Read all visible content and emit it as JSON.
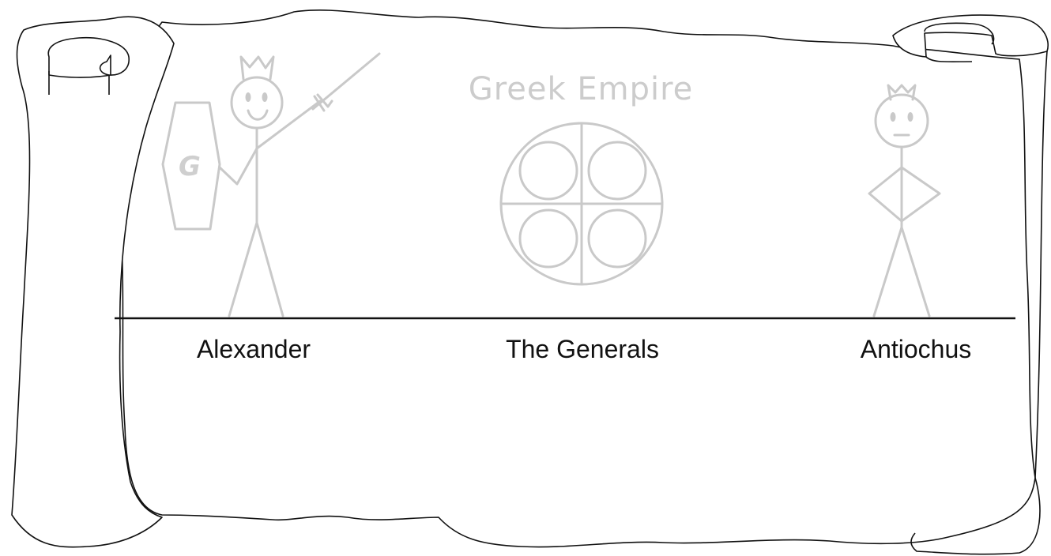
{
  "diagram": {
    "title": "Greek Empire",
    "shield_letter": "G",
    "timeline_labels": {
      "alexander": "Alexander",
      "generals": "The Generals",
      "antiochus": "Antiochus"
    }
  },
  "colors": {
    "outline": "#111111",
    "sketch": "#c9c9c9",
    "background": "#ffffff"
  },
  "icons": [
    "scroll-icon",
    "crowned-stick-figure-icon",
    "shield-icon",
    "spear-icon",
    "divided-circle-icon"
  ]
}
